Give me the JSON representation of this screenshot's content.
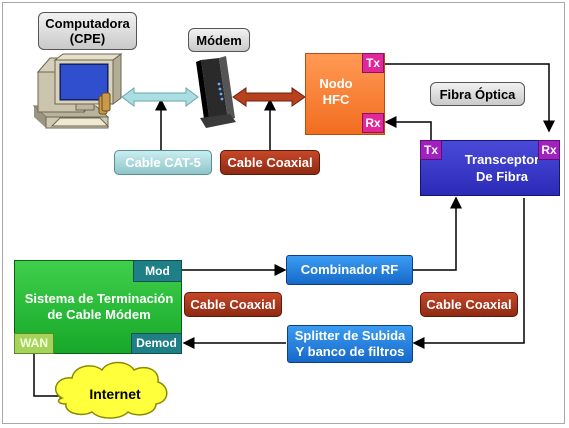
{
  "labels": {
    "computer": "Computadora\n(CPE)",
    "modem": "Módem",
    "fiber": "Fibra Óptica",
    "cable_cat5": "Cable CAT-5",
    "cable_coax_top": "Cable Coaxial",
    "cable_coax_left": "Cable Coaxial",
    "cable_coax_right": "Cable Coaxial",
    "internet": "Internet"
  },
  "node": {
    "title": "Nodo\nHFC",
    "tx": "Tx",
    "rx": "Rx"
  },
  "transceiver": {
    "title": "Transceptor\nDe Fibra",
    "tx": "Tx",
    "rx": "Rx"
  },
  "combiner": {
    "label": "Combinador RF"
  },
  "splitter": {
    "label": "Splitter de Subida\nY banco de filtros"
  },
  "cmts": {
    "title": "Sistema de Terminación\nde Cable Módem",
    "mod": "Mod",
    "demod": "Demod",
    "wan": "WAN"
  },
  "colors": {
    "node": "#f26d1f",
    "transceiver": "#2b2bb8",
    "combiner": "#1769c9",
    "cmts": "#17a82a",
    "coax": "#8e2a12",
    "cat5": "#8fc4c8"
  }
}
